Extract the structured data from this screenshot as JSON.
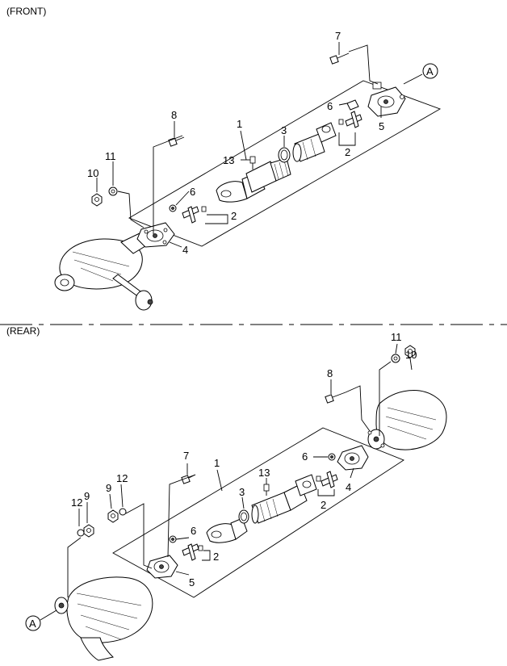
{
  "sections": {
    "front": {
      "title": "(FRONT)"
    },
    "rear": {
      "title": "(REAR)"
    }
  },
  "front_callouts": {
    "p1": "1",
    "p2a": "2",
    "p2b": "2",
    "p3": "3",
    "p4": "4",
    "p5": "5",
    "p6a": "6",
    "p6b": "6",
    "p7": "7",
    "p8": "8",
    "p10": "10",
    "p11": "11",
    "p13": "13",
    "refA": "A"
  },
  "rear_callouts": {
    "p1": "1",
    "p2a": "2",
    "p2b": "2",
    "p3": "3",
    "p4": "4",
    "p5": "5",
    "p6a": "6",
    "p6b": "6",
    "p7": "7",
    "p8": "8",
    "p9a": "9",
    "p9b": "9",
    "p10": "10",
    "p11": "11",
    "p12a": "12",
    "p12b": "12",
    "p13": "13",
    "refA": "A"
  }
}
